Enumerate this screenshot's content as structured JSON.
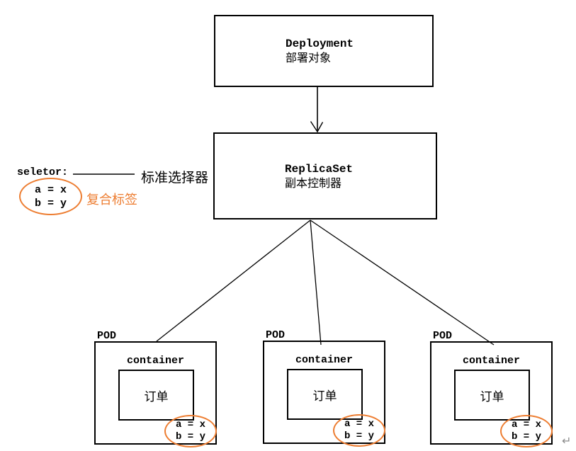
{
  "colors": {
    "accent_orange": "#ED7D31",
    "line_black": "#000000",
    "return_mark_gray": "#8c8c8c"
  },
  "deployment_box": {
    "title": "Deployment",
    "subtitle": "部署对象"
  },
  "replicaset_box": {
    "title": "ReplicaSet",
    "subtitle": "副本控制器"
  },
  "selector_annotation": {
    "prefix": "seletor:",
    "selector_name": "标准选择器",
    "tags": [
      "a = x",
      "b = y"
    ],
    "tags_caption": "复合标签"
  },
  "pods": [
    {
      "label": "POD",
      "container_label": "container",
      "app_label": "订单",
      "tags": [
        "a = x",
        "b = y"
      ]
    },
    {
      "label": "POD",
      "container_label": "container",
      "app_label": "订单",
      "tags": [
        "a = x",
        "b = y"
      ]
    },
    {
      "label": "POD",
      "container_label": "container",
      "app_label": "订单",
      "tags": [
        "a = x",
        "b = y"
      ]
    }
  ],
  "return_mark": "↵"
}
